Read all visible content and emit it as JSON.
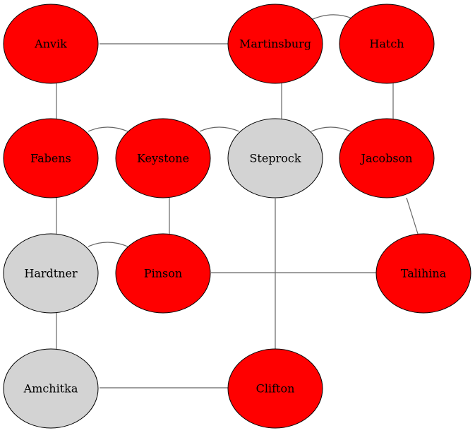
{
  "colors": {
    "highlighted": "#ff0000",
    "default": "#d3d3d3"
  },
  "nodes": [
    {
      "id": "anvik",
      "label": "Anvik",
      "state": "highlighted"
    },
    {
      "id": "martinsburg",
      "label": "Martinsburg",
      "state": "highlighted"
    },
    {
      "id": "hatch",
      "label": "Hatch",
      "state": "highlighted"
    },
    {
      "id": "fabens",
      "label": "Fabens",
      "state": "highlighted"
    },
    {
      "id": "keystone",
      "label": "Keystone",
      "state": "highlighted"
    },
    {
      "id": "steprock",
      "label": "Steprock",
      "state": "default"
    },
    {
      "id": "jacobson",
      "label": "Jacobson",
      "state": "highlighted"
    },
    {
      "id": "hardtner",
      "label": "Hardtner",
      "state": "default"
    },
    {
      "id": "pinson",
      "label": "Pinson",
      "state": "highlighted"
    },
    {
      "id": "talihina",
      "label": "Talihina",
      "state": "highlighted"
    },
    {
      "id": "amchitka",
      "label": "Amchitka",
      "state": "default"
    },
    {
      "id": "clifton",
      "label": "Clifton",
      "state": "highlighted"
    }
  ],
  "edges": [
    [
      "anvik",
      "martinsburg"
    ],
    [
      "martinsburg",
      "hatch"
    ],
    [
      "anvik",
      "fabens"
    ],
    [
      "martinsburg",
      "steprock"
    ],
    [
      "hatch",
      "jacobson"
    ],
    [
      "fabens",
      "keystone"
    ],
    [
      "keystone",
      "steprock"
    ],
    [
      "steprock",
      "jacobson"
    ],
    [
      "fabens",
      "hardtner"
    ],
    [
      "keystone",
      "pinson"
    ],
    [
      "jacobson",
      "talihina"
    ],
    [
      "hardtner",
      "pinson"
    ],
    [
      "pinson",
      "talihina"
    ],
    [
      "steprock",
      "clifton"
    ],
    [
      "hardtner",
      "amchitka"
    ],
    [
      "amchitka",
      "clifton"
    ]
  ]
}
